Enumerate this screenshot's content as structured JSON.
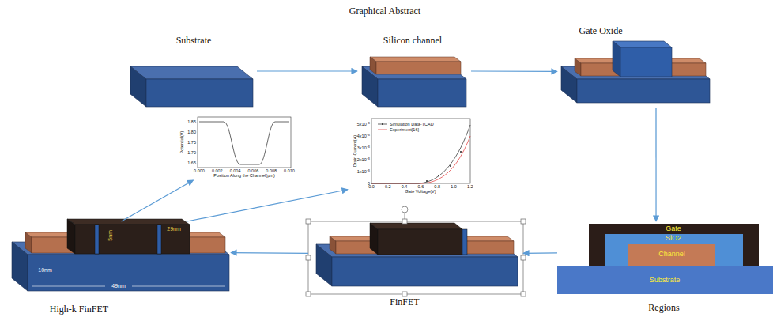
{
  "diagram": {
    "title": "Graphical Abstract",
    "nodes": [
      {
        "text": [
          "Substrate"
        ]
      },
      {
        "text": [
          "Silicon channel"
        ]
      },
      {
        "text": [
          "Gate Oxide"
        ]
      },
      {
        "text": [
          "Position Along the Channel(µm)",
          "Potential(V)"
        ]
      },
      {
        "text": [
          "Gate Voltage(V)",
          "Drain Current(A)"
        ]
      },
      {
        "text": [
          "Regions"
        ]
      },
      {
        "text": [
          "Gate"
        ],
        "in": 5
      },
      {
        "text": [
          "SiO2"
        ],
        "in": 5
      },
      {
        "text": [
          "Channel"
        ],
        "in": 5
      },
      {
        "text": [
          "Substrate"
        ],
        "in": 5
      },
      {
        "text": [
          "FinFET"
        ]
      },
      {
        "text": [
          "High-k FinFET"
        ]
      }
    ],
    "edges": [
      {
        "from": 0,
        "to": 1,
        "arrow": "to"
      },
      {
        "from": 1,
        "to": 2,
        "arrow": "to"
      },
      {
        "from": 2,
        "to": 5,
        "arrow": "to"
      },
      {
        "from": 5,
        "to": 10,
        "arrow": "to"
      },
      {
        "from": 10,
        "to": 11,
        "arrow": "to"
      },
      {
        "from": 11,
        "to": 3,
        "arrow": "to"
      },
      {
        "from": 11,
        "to": 4,
        "arrow": "to"
      }
    ],
    "labels": [
      "10nm",
      "49nm",
      "29nm",
      "5nm",
      "1.85",
      "1.80",
      "1.75",
      "1.70",
      "1.65",
      "0.000",
      "0.002",
      "0.004",
      "0.006",
      "0.008",
      "0.010",
      "0",
      "1x10⁻⁵",
      "2x10⁻⁵",
      "3x10⁻⁵",
      "4x10⁻⁵",
      "5x10⁻⁵",
      "0.0",
      "0.2",
      "0.4",
      "0.6",
      "0.8",
      "1.0",
      "1.2"
    ],
    "legend": [
      {
        "text": "Simulation Data-TCAD"
      },
      {
        "text": "Experiment[16]"
      }
    ]
  }
}
